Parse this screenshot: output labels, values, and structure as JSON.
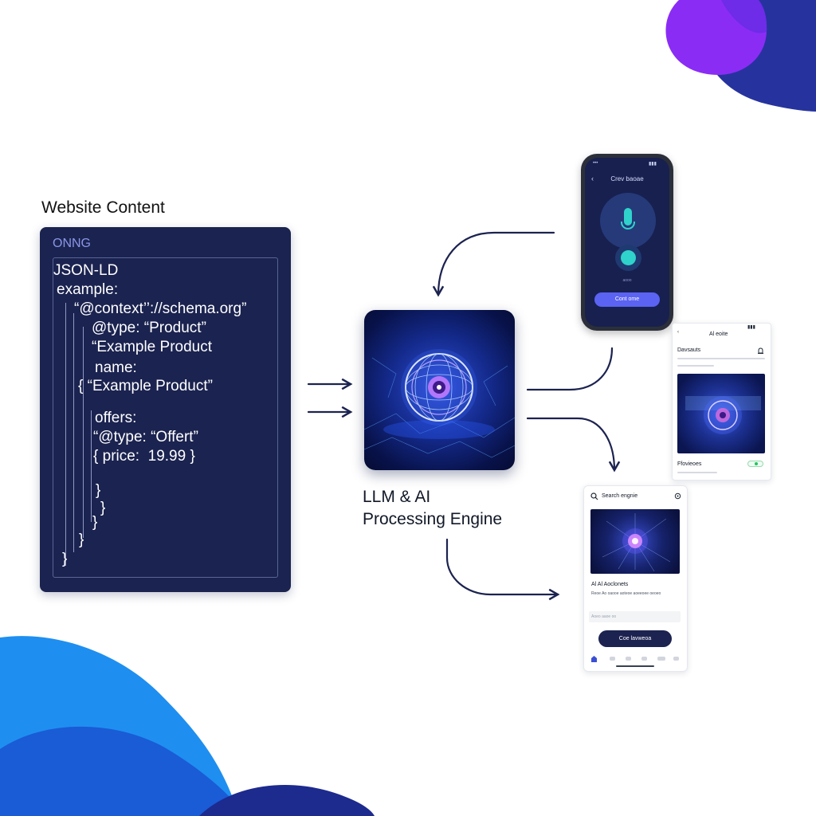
{
  "section_label": "Website Content",
  "code_panel": {
    "header": "ONNG",
    "lines": [
      "JSON-LD",
      "example:",
      "“@context’’://schema.org”",
      "@type: “Product”",
      "“Example Product",
      "name:",
      "{ “Example Product”",
      "offers:",
      "“@type: “Offert”",
      "{ price:  19.99 }",
      "}",
      "}",
      "}",
      "}",
      "}"
    ]
  },
  "engine": {
    "title_line1": "LLM & AI",
    "title_line2": "Processing Engine"
  },
  "phone": {
    "title": "Crev baoae",
    "small_text": "aooo",
    "button_label": "Cont ome"
  },
  "card1": {
    "title": "Al eoite",
    "subtitle": "Davsauts",
    "footer_label": "Ffovieoes"
  },
  "card2": {
    "search_label": "Search engnie",
    "heading": "Al Al Aoclonets",
    "desc": "Reoe Ao oaooe aoteoe aoeeoee oeoeo",
    "field_text": "Aoeo aaoe oo",
    "button_label": "Coe lavweoa"
  },
  "colors": {
    "panel": "#1b2350",
    "accent_purple": "#8b2cf5",
    "accent_blue": "#1f3bd6",
    "arrow": "#1c2350",
    "teal": "#2fd3cc"
  },
  "icons": [
    "back-arrow-icon",
    "microphone-icon",
    "record-icon",
    "home-icon",
    "search-icon",
    "bell-icon",
    "settings-icon"
  ]
}
